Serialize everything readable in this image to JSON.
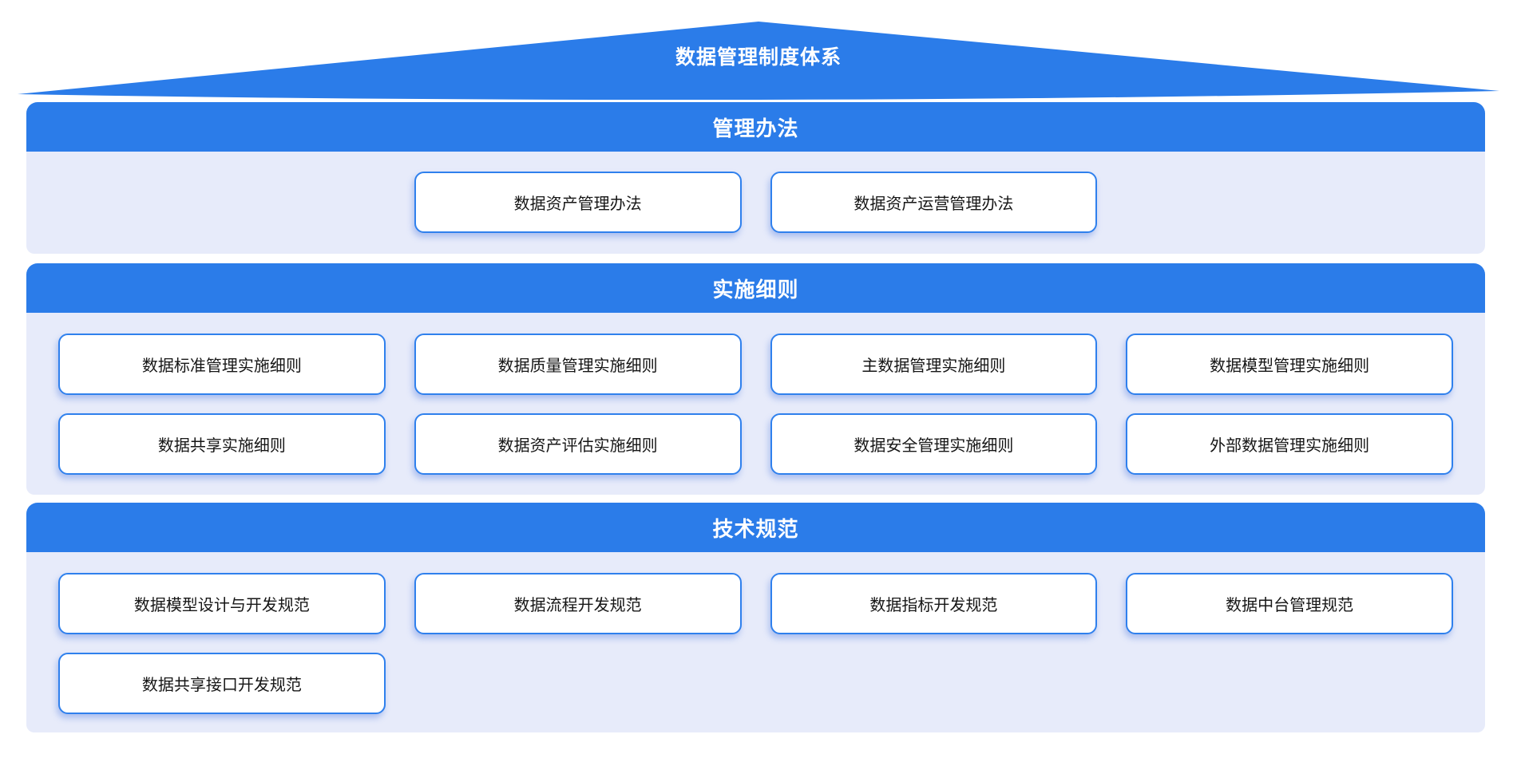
{
  "roof": {
    "title": "数据管理制度体系"
  },
  "colors": {
    "primary_blue": "#2b7ce9",
    "section_background": "#e7ebfa",
    "box_border": "#2f80ed",
    "box_text": "#161616"
  },
  "sections": [
    {
      "title": "管理办法",
      "items": [
        "数据资产管理办法",
        "数据资产运营管理办法"
      ]
    },
    {
      "title": "实施细则",
      "items": [
        "数据标准管理实施细则",
        "数据质量管理实施细则",
        "主数据管理实施细则",
        "数据模型管理实施细则",
        "数据共享实施细则",
        "数据资产评估实施细则",
        "数据安全管理实施细则",
        "外部数据管理实施细则"
      ]
    },
    {
      "title": "技术规范",
      "items": [
        "数据模型设计与开发规范",
        "数据流程开发规范",
        "数据指标开发规范",
        "数据中台管理规范",
        "数据共享接口开发规范"
      ]
    }
  ]
}
